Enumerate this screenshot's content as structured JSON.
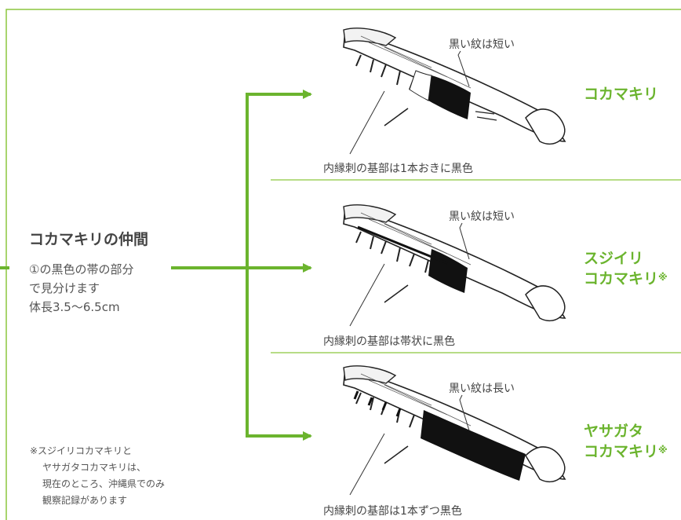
{
  "group": {
    "title": "コカマキリの仲間",
    "desc_line1": "①の黒色の帯の部分",
    "desc_line2": "で見分けます",
    "desc_line3": "体長3.5〜6.5cm"
  },
  "note": {
    "line1": "※スジイリコカマキリと",
    "line2": "ヤサガタコカマキリは、",
    "line3": "現在のところ、沖縄県でのみ",
    "line4": "観察記録があります"
  },
  "species": [
    {
      "name_line1": "コカマキリ",
      "name_line2": "",
      "mark": "",
      "top_label": "黒い紋は短い",
      "bottom_label": "内縁刺の基部は1本おきに黒色"
    },
    {
      "name_line1": "スジイリ",
      "name_line2": "コカマキリ",
      "mark": "※",
      "top_label": "黒い紋は短い",
      "bottom_label": "内縁刺の基部は帯状に黒色"
    },
    {
      "name_line1": "ヤサガタ",
      "name_line2": "コカマキリ",
      "mark": "※",
      "top_label": "黒い紋は長い",
      "bottom_label": "内縁刺の基部は1本ずつ黒色"
    }
  ],
  "colors": {
    "accent": "#6bb42e",
    "frame": "#8cc63f",
    "text": "#444444"
  }
}
